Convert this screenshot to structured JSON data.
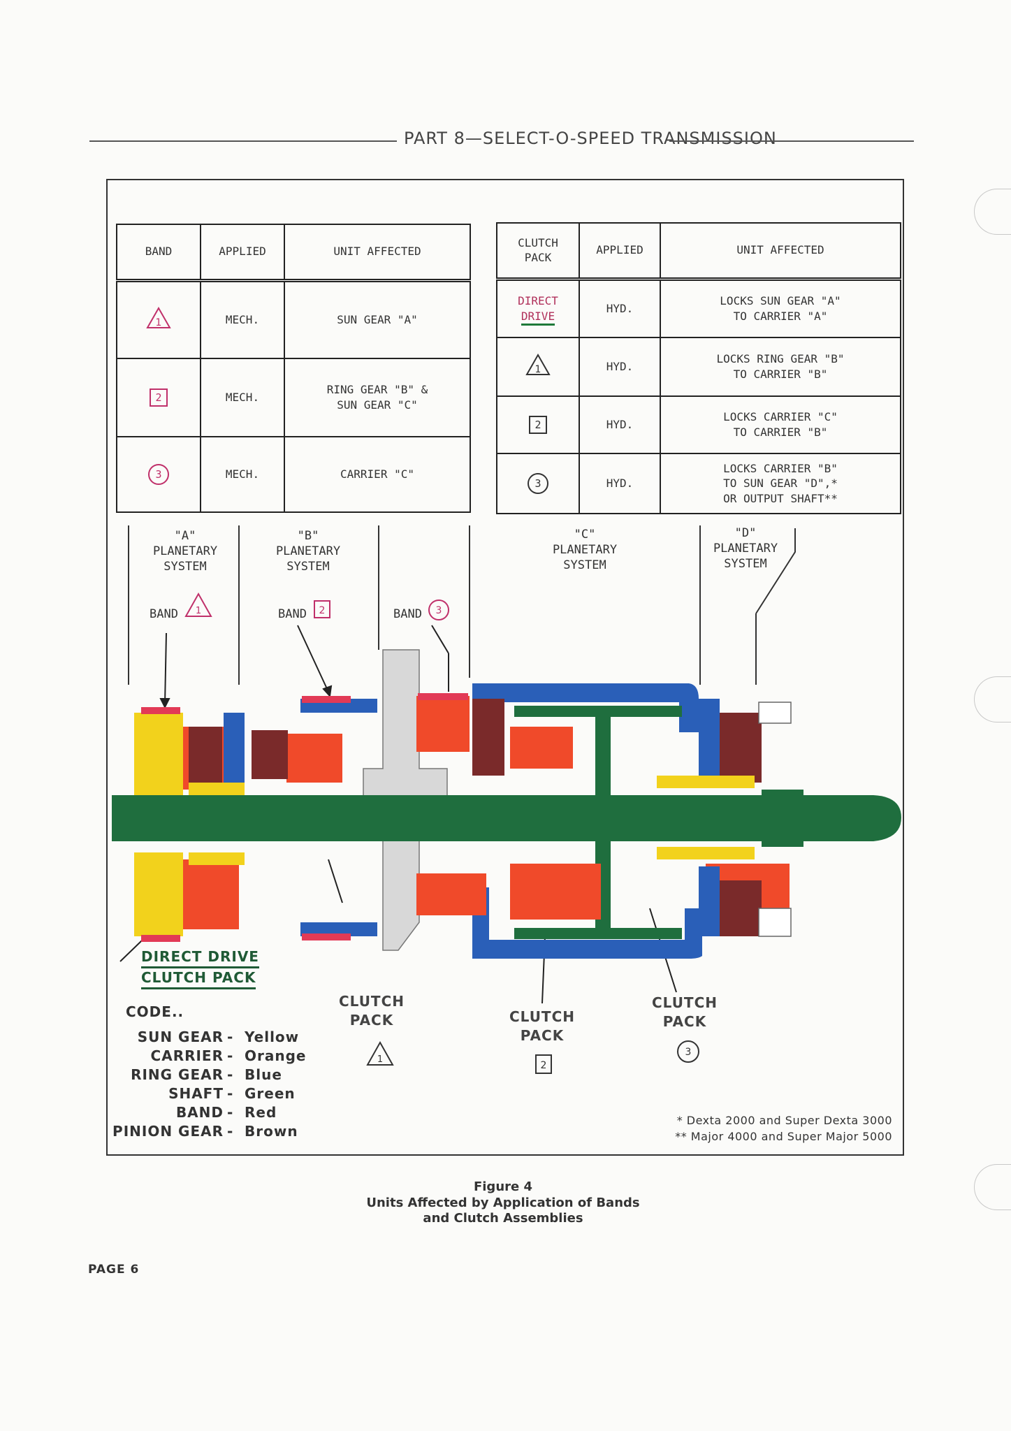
{
  "header": {
    "title": "PART 8—SELECT-O-SPEED TRANSMISSION"
  },
  "band_table": {
    "headers": [
      "BAND",
      "APPLIED",
      "UNIT AFFECTED"
    ],
    "rows": [
      {
        "symbol": "triangle",
        "number": "1",
        "applied": "MECH.",
        "unit": [
          "SUN GEAR \"A\""
        ]
      },
      {
        "symbol": "square",
        "number": "2",
        "applied": "MECH.",
        "unit": [
          "RING GEAR \"B\" &",
          "SUN GEAR \"C\""
        ]
      },
      {
        "symbol": "circle",
        "number": "3",
        "applied": "MECH.",
        "unit": [
          "CARRIER \"C\""
        ]
      }
    ]
  },
  "clutch_table": {
    "headers": [
      "CLUTCH",
      "PACK",
      "APPLIED",
      "UNIT AFFECTED"
    ],
    "rows": [
      {
        "symbol": "text",
        "label": [
          "DIRECT",
          "DRIVE"
        ],
        "applied": "HYD.",
        "unit": [
          "LOCKS SUN GEAR \"A\"",
          "TO CARRIER \"A\""
        ]
      },
      {
        "symbol": "triangle",
        "number": "1",
        "applied": "HYD.",
        "unit": [
          "LOCKS RING GEAR \"B\"",
          "TO CARRIER \"B\""
        ]
      },
      {
        "symbol": "square",
        "number": "2",
        "applied": "HYD.",
        "unit": [
          "LOCKS CARRIER \"C\"",
          "TO CARRIER \"B\""
        ]
      },
      {
        "symbol": "circle",
        "number": "3",
        "applied": "HYD.",
        "unit": [
          "LOCKS CARRIER \"B\"",
          "TO SUN GEAR \"D\",*",
          "OR OUTPUT SHAFT**"
        ]
      }
    ]
  },
  "planetary": {
    "a": [
      "\"A\"",
      "PLANETARY",
      "SYSTEM"
    ],
    "b": [
      "\"B\"",
      "PLANETARY",
      "SYSTEM"
    ],
    "c": [
      "\"C\"",
      "PLANETARY",
      "SYSTEM"
    ],
    "d": [
      "\"D\"",
      "PLANETARY",
      "SYSTEM"
    ]
  },
  "band_labels": {
    "band": "BAND",
    "n1": "1",
    "n2": "2",
    "n3": "3"
  },
  "direct_drive_label": [
    "DIRECT DRIVE",
    "CLUTCH PACK"
  ],
  "clutch_pack_labels": {
    "clutch": "CLUTCH",
    "pack": "PACK",
    "n1": "1",
    "n2": "2",
    "n3": "3"
  },
  "code": {
    "title": "CODE..",
    "items": [
      {
        "part": "SUN GEAR",
        "color_name": "Yellow",
        "hex": "#f2d21c"
      },
      {
        "part": "CARRIER",
        "color_name": "Orange",
        "hex": "#f04a2a"
      },
      {
        "part": "RING GEAR",
        "color_name": "Blue",
        "hex": "#2a5fb8"
      },
      {
        "part": "SHAFT",
        "color_name": "Green",
        "hex": "#1f6e3e"
      },
      {
        "part": "BAND",
        "color_name": "Red",
        "hex": "#e23a56"
      },
      {
        "part": "PINION GEAR",
        "color_name": "Brown",
        "hex": "#7a2a2a"
      }
    ],
    "dash": "-"
  },
  "footnotes": [
    "* Dexta 2000 and Super Dexta 3000",
    "** Major 4000 and Super Major 5000"
  ],
  "caption": [
    "Figure 4",
    "Units Affected by Application of Bands",
    "and Clutch Assemblies"
  ],
  "page": "PAGE 6"
}
